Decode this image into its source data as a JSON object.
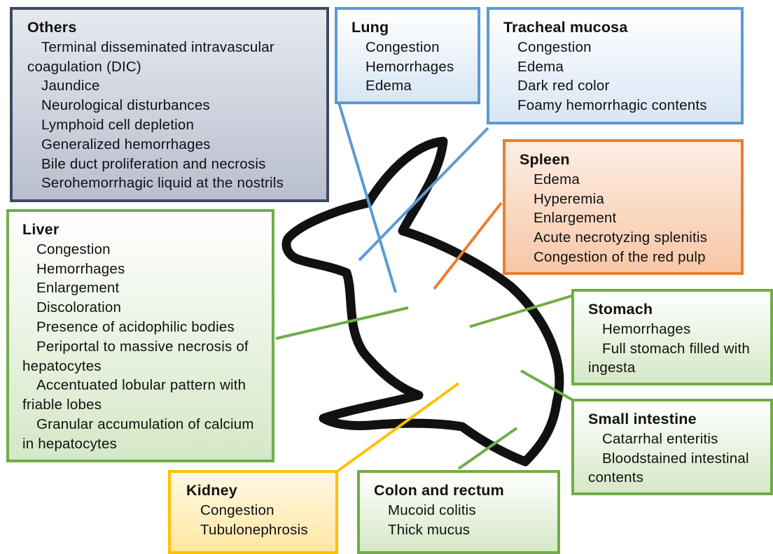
{
  "colors": {
    "others_border": "#3d4a60",
    "blue": "#5b9bd5",
    "orange": "#ed7d31",
    "green": "#70ad47",
    "yellow": "#ffc000",
    "outline": "#111111"
  },
  "icons": {
    "figure": "rabbit-silhouette-outline"
  },
  "boxes": {
    "others": {
      "title": "Others",
      "items": [
        "Terminal disseminated intravascular coagulation (DIC)",
        "Jaundice",
        "Neurological disturbances",
        "Lymphoid cell depletion",
        "Generalized hemorrhages",
        "Bile duct proliferation and necrosis",
        "Serohemorrhagic liquid at the nostrils"
      ]
    },
    "lung": {
      "title": "Lung",
      "items": [
        "Congestion",
        "Hemorrhages",
        "Edema"
      ]
    },
    "trachea": {
      "title": "Tracheal mucosa",
      "items": [
        "Congestion",
        "Edema",
        "Dark red color",
        "Foamy hemorrhagic contents"
      ]
    },
    "spleen": {
      "title": "Spleen",
      "items": [
        "Edema",
        "Hyperemia",
        "Enlargement",
        "Acute necrotyzing splenitis",
        "Congestion of the red pulp"
      ]
    },
    "liver": {
      "title": "Liver",
      "items": [
        "Congestion",
        "Hemorrhages",
        "Enlargement",
        "Discoloration",
        "Presence of acidophilic bodies",
        "Periportal to massive necrosis of hepatocytes",
        "Accentuated lobular pattern with friable lobes",
        "Granular accumulation of calcium in hepatocytes"
      ]
    },
    "stomach": {
      "title": "Stomach",
      "items": [
        "Hemorrhages",
        "Full stomach filled with ingesta"
      ]
    },
    "small_intestine": {
      "title": "Small intestine",
      "items": [
        "Catarrhal enteritis",
        "Bloodstained intestinal contents"
      ]
    },
    "kidney": {
      "title": "Kidney",
      "items": [
        "Congestion",
        "Tubulonephrosis"
      ]
    },
    "colon": {
      "title": "Colon and rectum",
      "items": [
        "Mucoid colitis",
        "Thick mucus"
      ]
    }
  }
}
